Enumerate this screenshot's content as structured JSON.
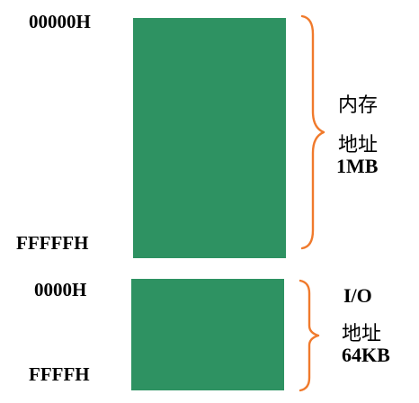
{
  "memory_space": {
    "start_address": "00000H",
    "end_address": "FFFFFH",
    "label_line1": "内存",
    "label_line2": "地址",
    "label_line3": "1MB",
    "block_color": "#2e9262",
    "brace_color": "#f07a2c"
  },
  "io_space": {
    "start_address": "0000H",
    "end_address": "FFFFH",
    "label_line1": "I/O",
    "label_line2": "地址",
    "label_line3": "64KB",
    "block_color": "#2e9262",
    "brace_color": "#f07a2c"
  }
}
